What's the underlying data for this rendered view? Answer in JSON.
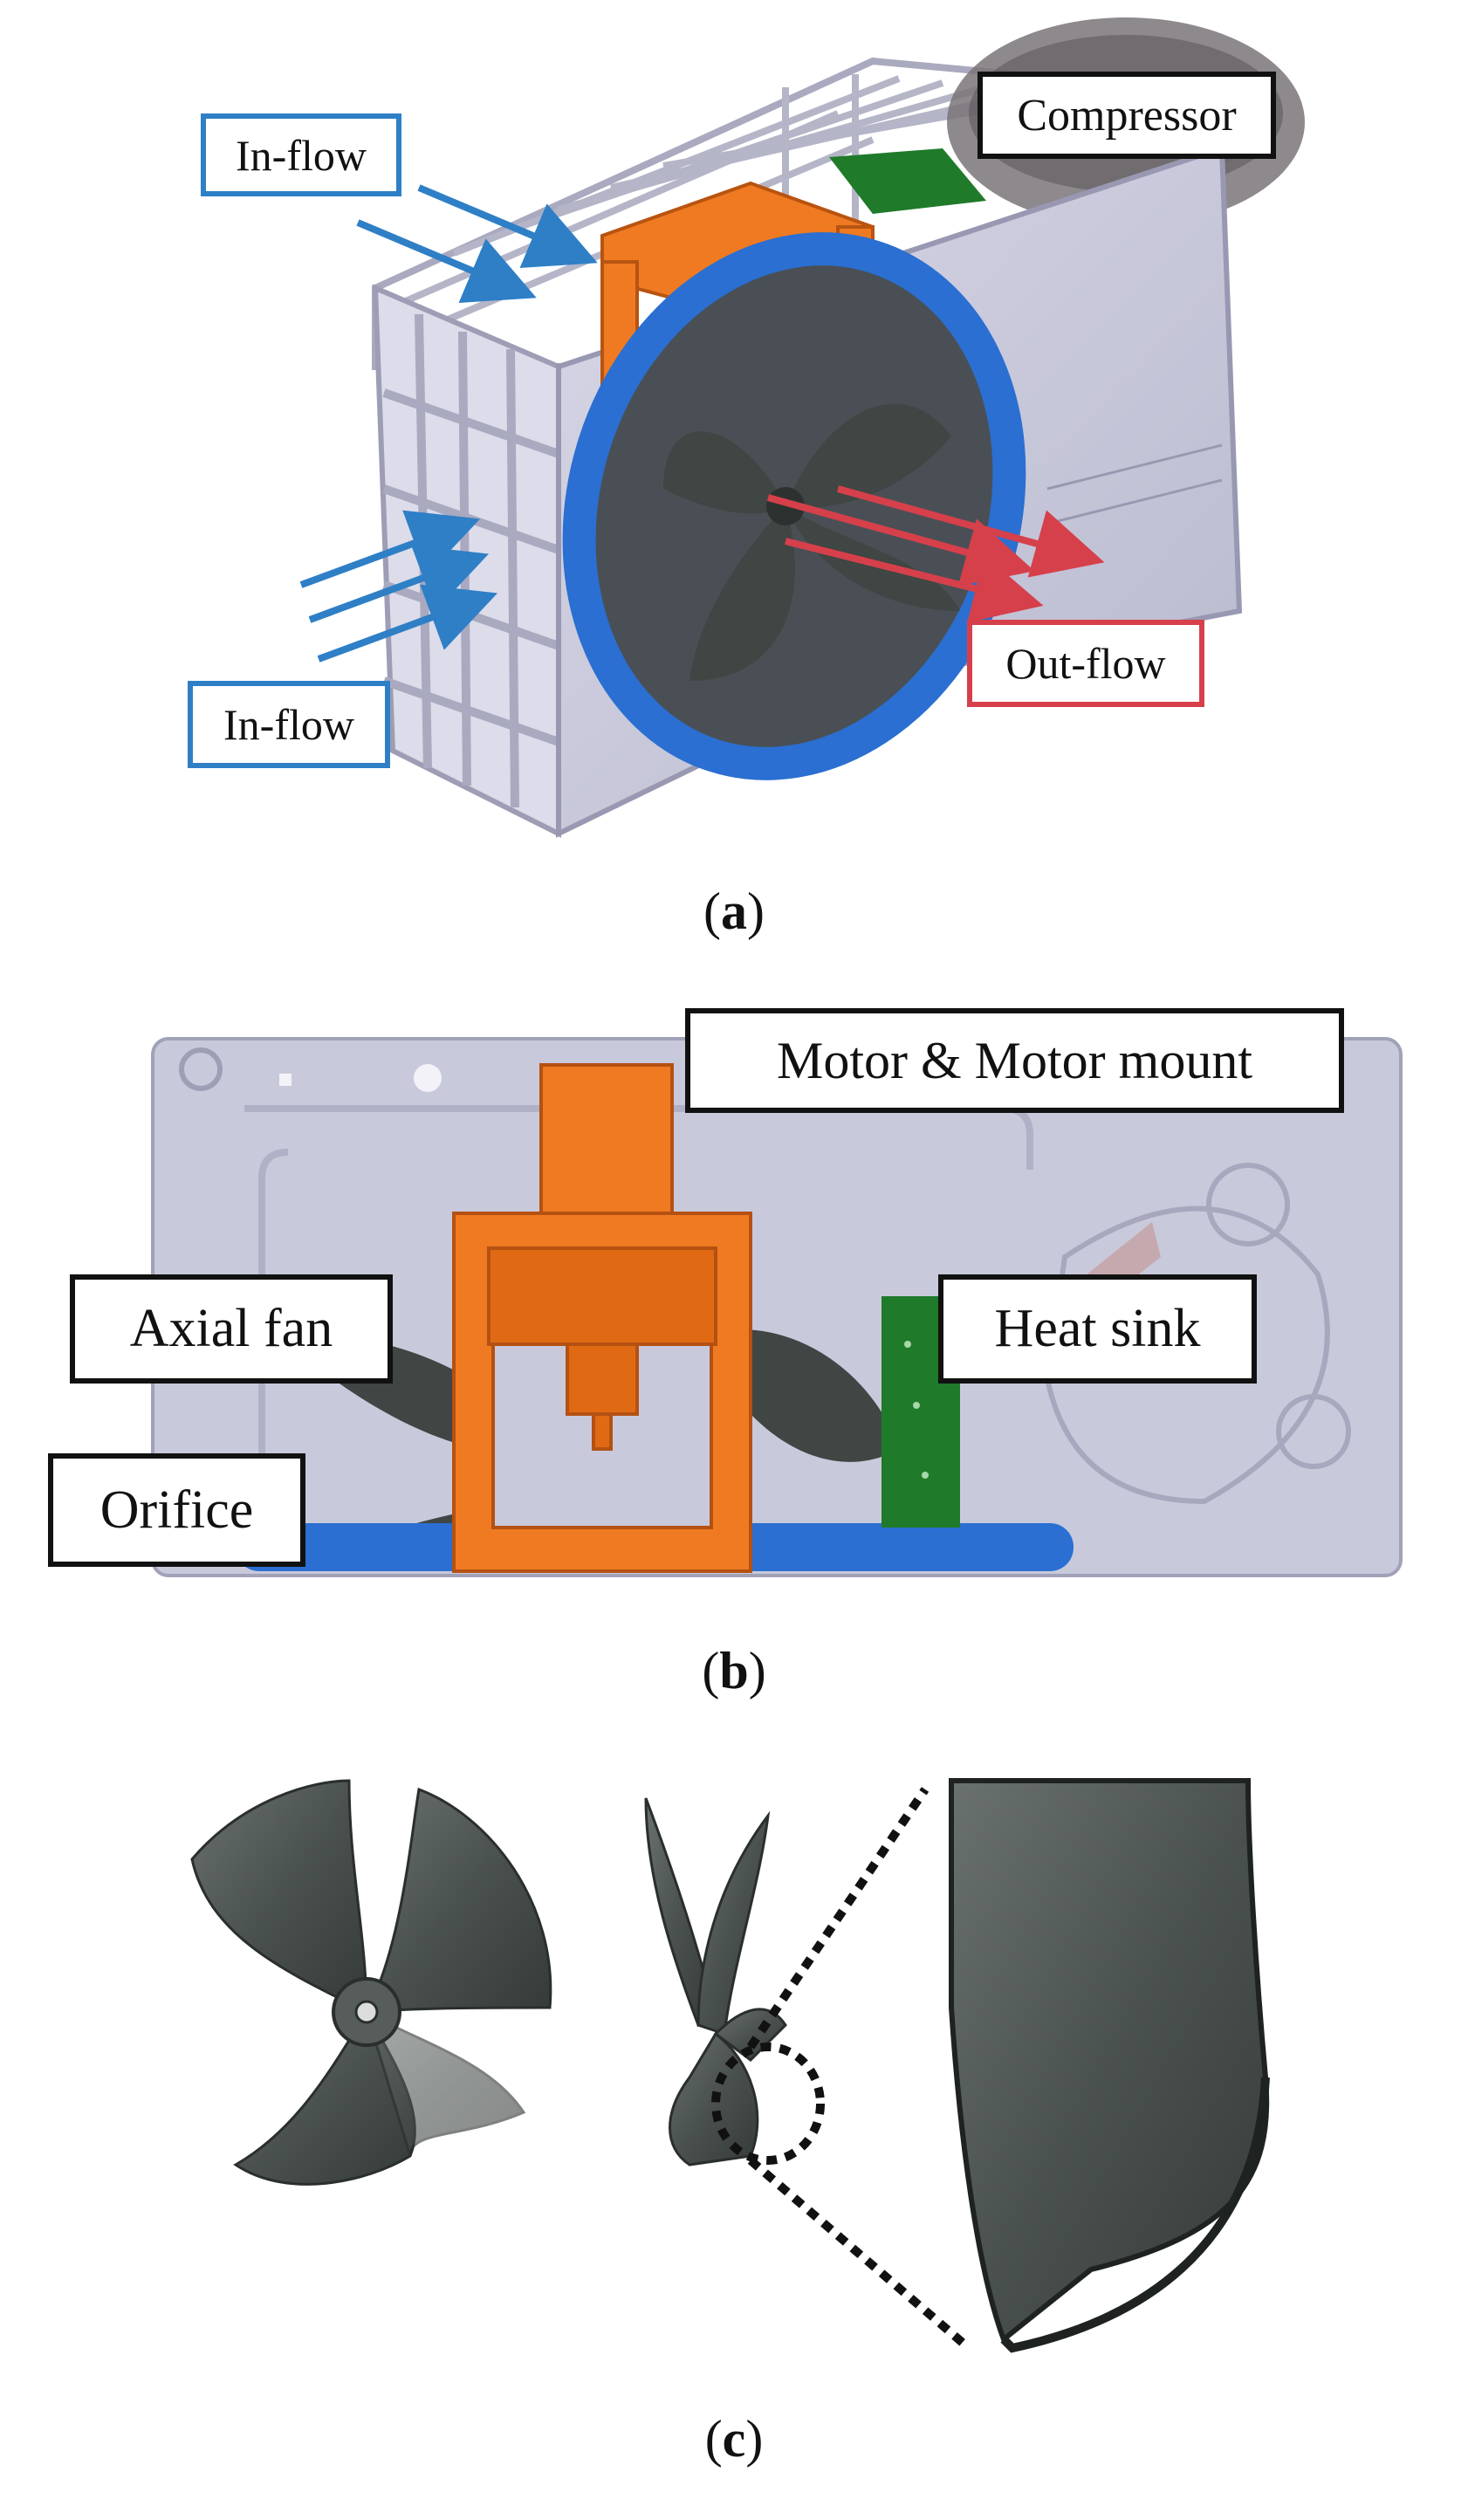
{
  "panel_a": {
    "labels": {
      "inflow_top": "In-flow",
      "inflow_bottom": "In-flow",
      "compressor": "Compressor",
      "outflow": "Out-flow"
    },
    "caption": "a"
  },
  "panel_b": {
    "labels": {
      "motor_mount": "Motor & Motor mount",
      "axial_fan": "Axial fan",
      "heat_sink": "Heat sink",
      "orifice": "Orifice"
    },
    "caption": "b"
  },
  "panel_c": {
    "caption": "c"
  },
  "colors": {
    "casing": "#c9c9dc",
    "motor_mount": "#f07a22",
    "heat_sink": "#1f7a2a",
    "orifice": "#2a6fd1",
    "fan": "#3f4643",
    "inflow_arrow": "#2e7fc6",
    "outflow_arrow": "#d6404b"
  }
}
